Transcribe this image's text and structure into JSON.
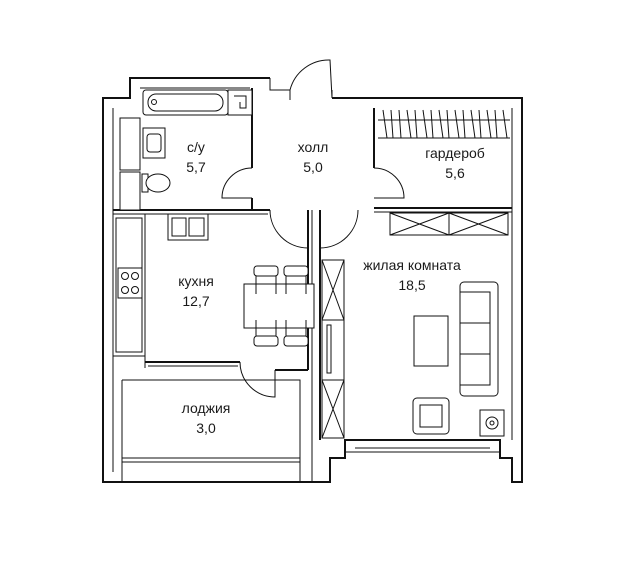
{
  "rooms": {
    "bathroom": {
      "name": "с/у",
      "area": "5,7"
    },
    "hall": {
      "name": "холл",
      "area": "5,0"
    },
    "wardrobe": {
      "name": "гардероб",
      "area": "5,6"
    },
    "kitchen": {
      "name": "кухня",
      "area": "12,7"
    },
    "living": {
      "name": "жилая комната",
      "area": "18,5"
    },
    "loggia": {
      "name": "лоджия",
      "area": "3,0"
    }
  }
}
